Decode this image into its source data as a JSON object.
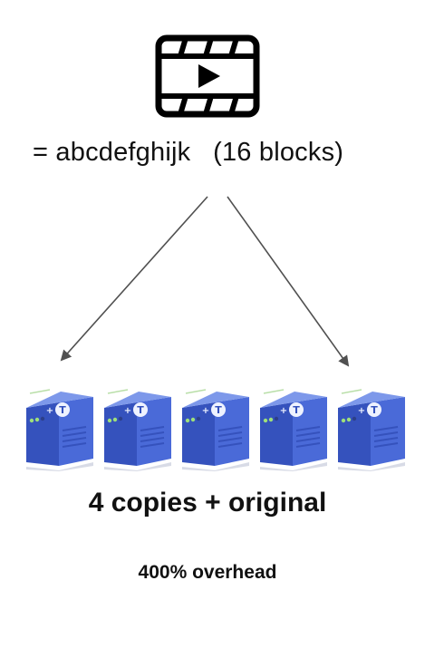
{
  "file": {
    "icon": "video-file-icon",
    "equals_prefix": "= ",
    "content": "abcdefghijk",
    "block_count_text": "(16 blocks)"
  },
  "storage": {
    "server_icon": "storage-server-icon",
    "server_count": 5,
    "accent_color": "#3d5fd0"
  },
  "labels": {
    "copies": "4 copies + original",
    "overhead": "400% overhead"
  }
}
